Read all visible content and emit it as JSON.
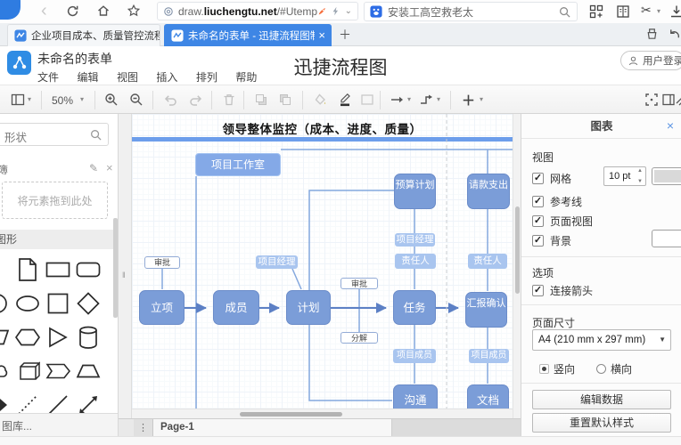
{
  "browser": {
    "nav": {
      "url_pre": "draw.",
      "url_domain": "liuchengtu.net",
      "url_path": "/#Utemp",
      "search_text": "安装工高空救老太"
    },
    "tabs": [
      {
        "title": "企业项目成本、质量管控流程图"
      },
      {
        "title": "未命名的表单 - 迅捷流程图制作"
      }
    ]
  },
  "header": {
    "doc_title": "未命名的表单",
    "app_title": "迅捷流程图",
    "login": "用户登录",
    "menus": [
      "文件",
      "编辑",
      "视图",
      "插入",
      "排列",
      "帮助"
    ]
  },
  "toolbar": {
    "zoom": "50%"
  },
  "sidebar": {
    "search_text": "形状",
    "scratch_title": "簿",
    "drop_hint": "将元素拖到此处",
    "shapes_title": "图形",
    "more_label": "图库..."
  },
  "flow": {
    "title": "领导整体监控（成本、进度、质量）",
    "workroom": "项目工作室",
    "budget": "预算计划",
    "payment": "请款支出",
    "start": "立项",
    "member": "成员",
    "plan": "计划",
    "task": "任务",
    "report": "汇报确认",
    "comm": "沟通",
    "doc": "文档",
    "approve": "审批",
    "decompose": "分解",
    "pm": "项目经理",
    "owner": "责任人",
    "pmember": "项目成员"
  },
  "panel": {
    "title": "图表",
    "view": {
      "heading": "视图",
      "grid": "网格",
      "grid_size": "10 pt",
      "guides": "参考线",
      "page_view": "页面视图",
      "background": "背景"
    },
    "options": {
      "heading": "选项",
      "connect_arrows": "连接箭头"
    },
    "page": {
      "heading": "页面尺寸",
      "size": "A4 (210 mm x 297 mm)",
      "portrait": "竖向",
      "landscape": "横向"
    },
    "actions": {
      "edit_data": "编辑数据",
      "reset_style": "重置默认样式"
    }
  },
  "footer": {
    "page_tab": "Page-1"
  },
  "icons": {
    "close": "×",
    "dropdown": "▾",
    "chevron_down": "⌄",
    "kebab": "⋮",
    "collapse": "‖",
    "plus": "＋",
    "back": "‹",
    "scissors": "✂",
    "check": "✓",
    "pencil": "✎"
  },
  "colors": {
    "accent": "#3e86e5",
    "node_fill": "#7b9dd8",
    "node_border": "#6b8cc9",
    "label_fill": "#a9c5ef",
    "bar": "#6d9eeb",
    "line": "#84a8de"
  }
}
